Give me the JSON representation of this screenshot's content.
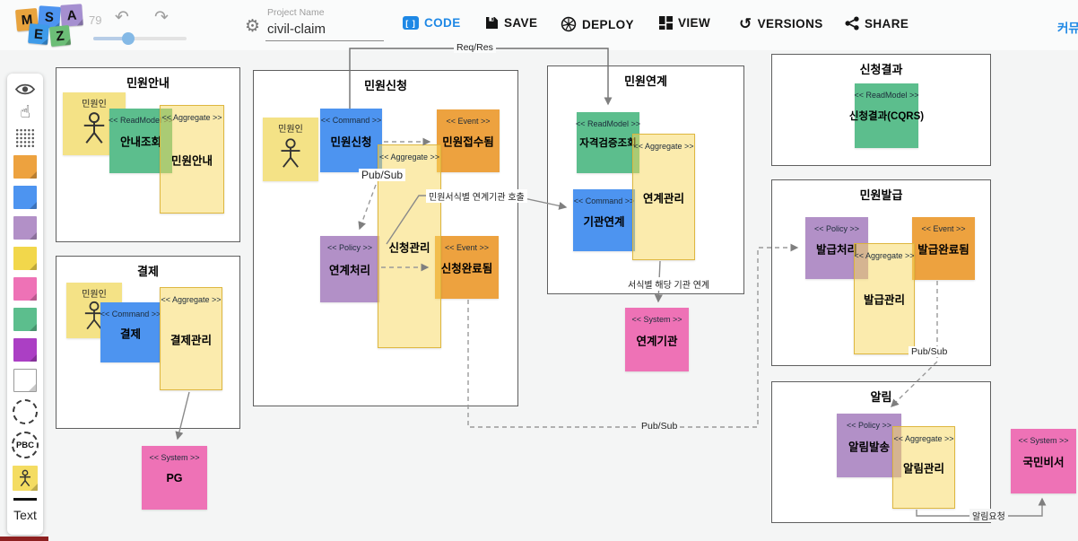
{
  "header": {
    "logo_letters": [
      "M",
      "S",
      "A",
      "E",
      "Z"
    ],
    "zoom_value": "79",
    "project_label": "Project Name",
    "project_name": "civil-claim",
    "code_label": "CODE",
    "save_label": "SAVE",
    "deploy_label": "DEPLOY",
    "view_label": "VIEW",
    "versions_label": "VERSIONS",
    "share_label": "SHARE",
    "community_label": "커뮤"
  },
  "sidebar": {
    "pbc_label": "PBC",
    "text_label": "Text"
  },
  "types": {
    "command": "<< Command >>",
    "event": "<< Event >>",
    "policy": "<< Policy >>",
    "readmodel": "<< ReadModel >>",
    "aggregate": "<< Aggregate >>",
    "system": "<< System >>"
  },
  "canvas": {
    "guide": {
      "title": "민원안내",
      "actor": "민원인",
      "readmodel": "안내조회",
      "aggregate": "민원안내"
    },
    "payment": {
      "title": "결제",
      "actor": "민원인",
      "command": "결제",
      "aggregate": "결제관리"
    },
    "pg": {
      "name": "PG"
    },
    "claim": {
      "title": "민원신청",
      "actor": "민원인",
      "command": "민원신청",
      "event_received": "민원접수됨",
      "aggregate": "신청관리",
      "policy": "연계처리",
      "event_completed": "신청완료됨"
    },
    "link": {
      "title": "민원연계",
      "readmodel": "자격검증조회",
      "aggregate": "연계관리",
      "command": "기관연계",
      "note": "서식별 해당 기관 연계"
    },
    "link_org": {
      "name": "연계기관"
    },
    "result": {
      "title": "신청결과",
      "readmodel": "신청결과(CQRS)"
    },
    "issue": {
      "title": "민원발급",
      "policy": "발급처리",
      "aggregate": "발급관리",
      "event": "발급완료됨"
    },
    "notify": {
      "title": "알림",
      "policy": "알림발송",
      "aggregate": "알림관리"
    },
    "secretary": {
      "name": "국민비서"
    },
    "labels": {
      "req_res": "Req/Res",
      "pub_sub_claim": "Pub/Sub",
      "pub_sub_bottom": "Pub/Sub",
      "pub_sub_issue": "Pub/Sub",
      "org_call": "민원서식별 연계기관 호출",
      "notify_request": "알림요청"
    }
  },
  "colors": {
    "command": "#4D94F0",
    "event": "#EDA23F",
    "policy": "#B290C7",
    "aggregate_fill": "#F7D85C",
    "readmodel": "#5CBE8D",
    "system": "#EE72B6",
    "actor": "#F4E286",
    "accent_blue": "#1E88E5",
    "magenta": "#AB3FC4",
    "green": "#5CBE8D",
    "pink": "#EE72B6",
    "yellow": "#F2D74B",
    "orange": "#EDA23F"
  }
}
